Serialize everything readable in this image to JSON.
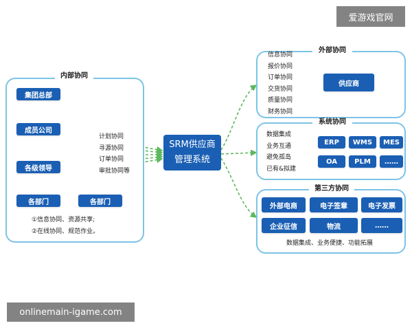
{
  "watermarks": {
    "top_right": "爱游戏官网",
    "bottom_left": "onlinemain-igame.com"
  },
  "center": {
    "line1": "SRM供应商",
    "line2": "管理系统"
  },
  "internal": {
    "title": "内部协同",
    "group_hq": "集团总部",
    "member_company": "成员公司",
    "leaders": "各级领导",
    "dept_left": "各部门",
    "dept_right": "各部门",
    "flows": [
      "计划协同",
      "寻源协同",
      "订单协同",
      "审批协同等"
    ],
    "notes": [
      "①信息协同、资源共享;",
      "②在线协同、规范作业。"
    ]
  },
  "external": {
    "title": "外部协同",
    "items": [
      "信息协同",
      "报价协同",
      "订单协同",
      "交货协同",
      "质量协同",
      "财务协同"
    ],
    "supplier": "供应商"
  },
  "system": {
    "title": "系统协同",
    "items": [
      "数据集成",
      "业务互通",
      "避免孤岛",
      "已有&拟建"
    ],
    "systems": [
      "ERP",
      "WMS",
      "MES",
      "OA",
      "PLM",
      "……"
    ]
  },
  "third_party": {
    "title": "第三方协同",
    "services": [
      "外部电商",
      "电子签章",
      "电子发票",
      "企业征信",
      "物流",
      "……"
    ],
    "footer": "数据集成、业务便捷、功能拓展"
  },
  "colors": {
    "primary_blue": "#1a5fb4",
    "panel_border": "#7cc3e6",
    "connector_green": "#5cb85c"
  }
}
